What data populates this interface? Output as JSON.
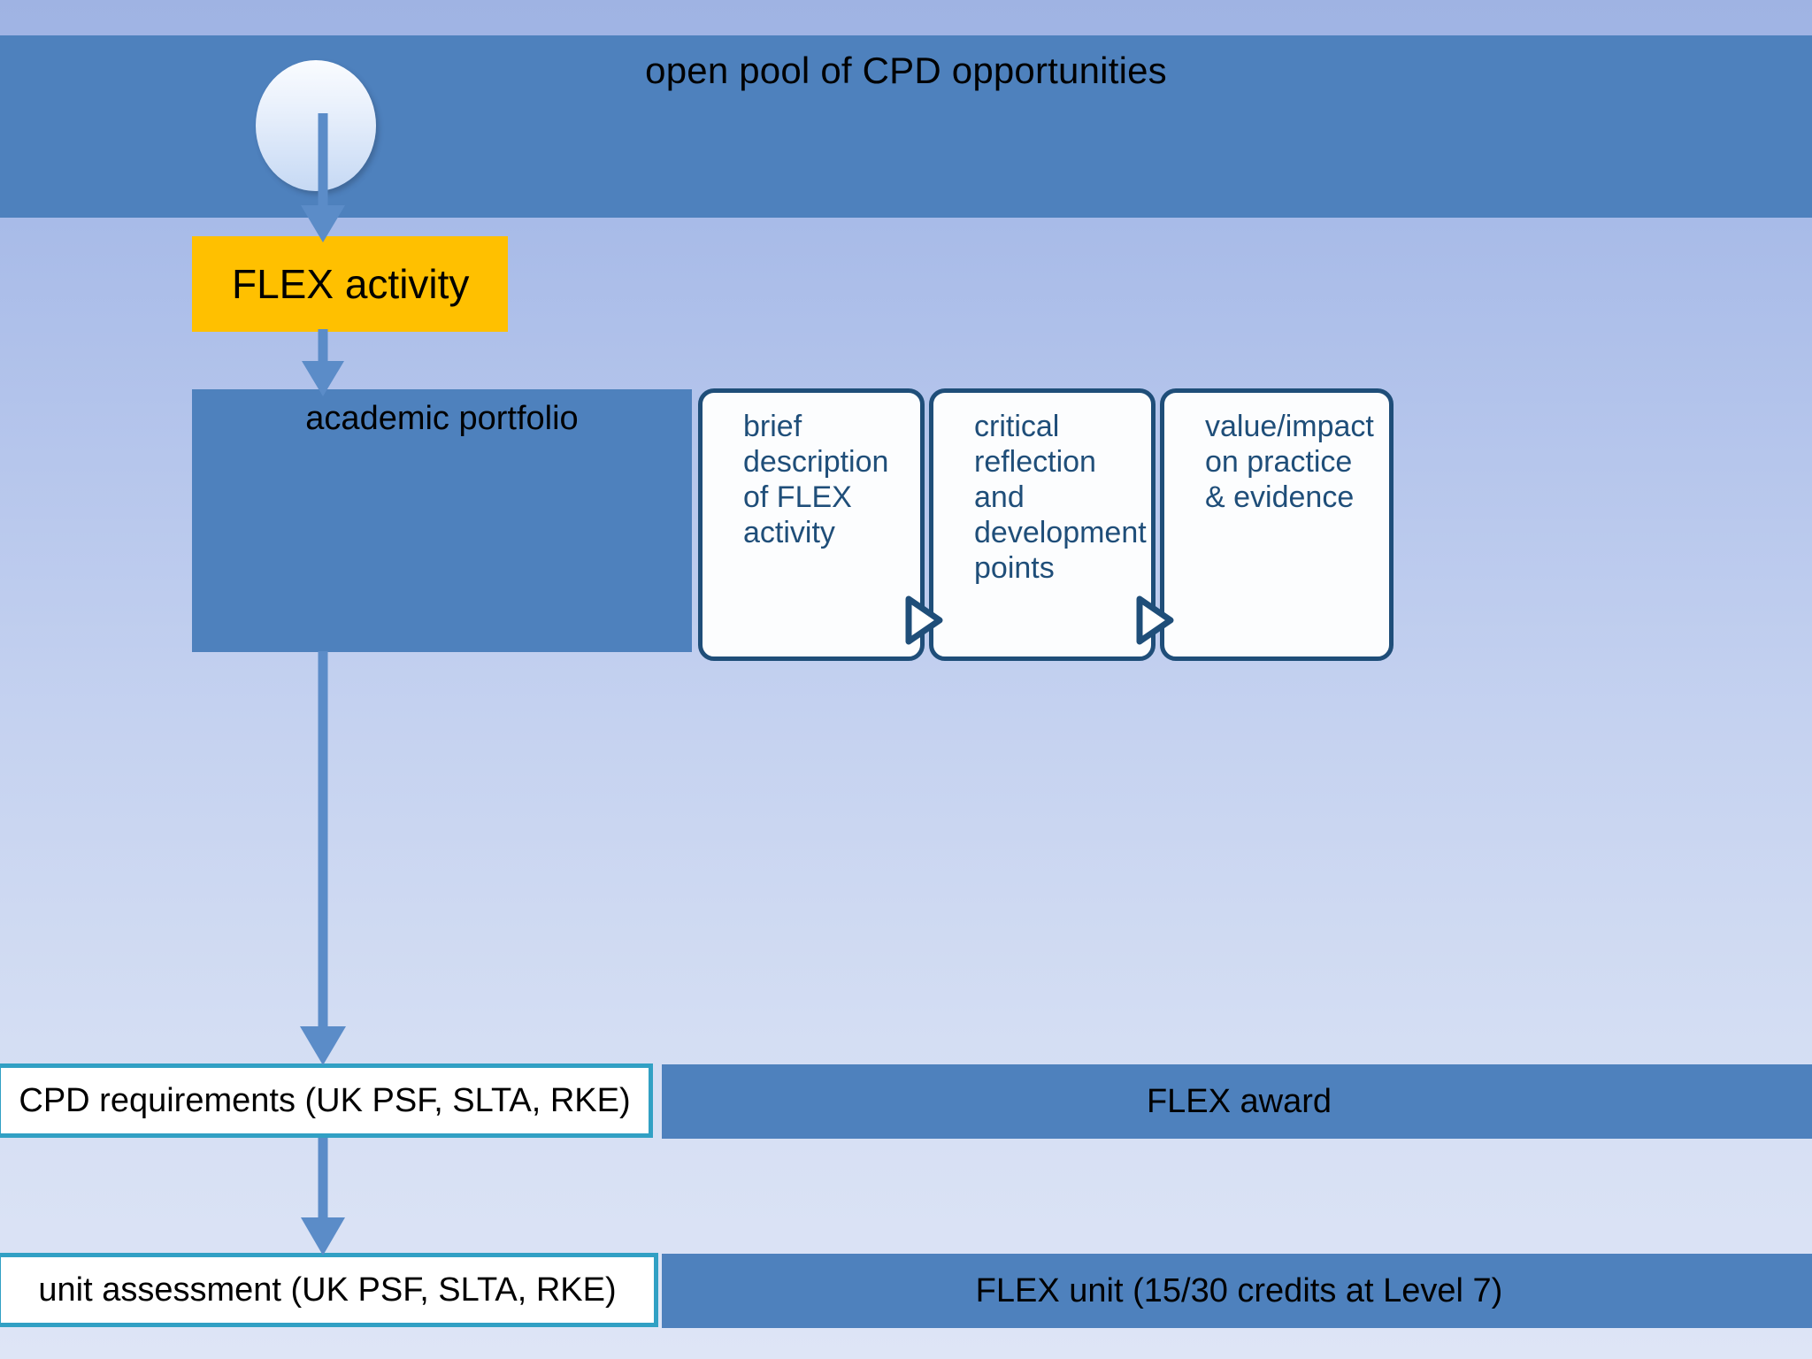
{
  "diagram": {
    "title": "open pool of CPD opportunities",
    "source_node": {
      "name": "cpd-opportunity-pool",
      "shape": "ellipse"
    },
    "flex_activity": {
      "label": "FLEX activity",
      "color": "#FFC000"
    },
    "portfolio": {
      "label": "academic portfolio",
      "color": "#4E81BD"
    },
    "portfolio_components": [
      {
        "id": "brief-description",
        "text": "brief\ndescription\nof FLEX\nactivity"
      },
      {
        "id": "critical-reflection",
        "text": "critical\nreflection\nand\ndevelopment\npoints"
      },
      {
        "id": "value-impact",
        "text": "value/impact\non practice\n& evidence"
      }
    ],
    "rows": [
      {
        "id": "requirements",
        "left_label": "CPD requirements (UK PSF, SLTA, RKE)",
        "right_label": "FLEX award"
      },
      {
        "id": "assessment",
        "left_label": "unit assessment (UK PSF, SLTA, RKE)",
        "right_label": "FLEX unit (15/30 credits at Level 7)"
      }
    ],
    "colors": {
      "band": "#4E81BD",
      "accent_yellow": "#FFC000",
      "card_border": "#1F4E79",
      "card_text": "#1F4E79",
      "outline_teal": "#31A0C4",
      "arrow": "#4E81BD"
    }
  }
}
